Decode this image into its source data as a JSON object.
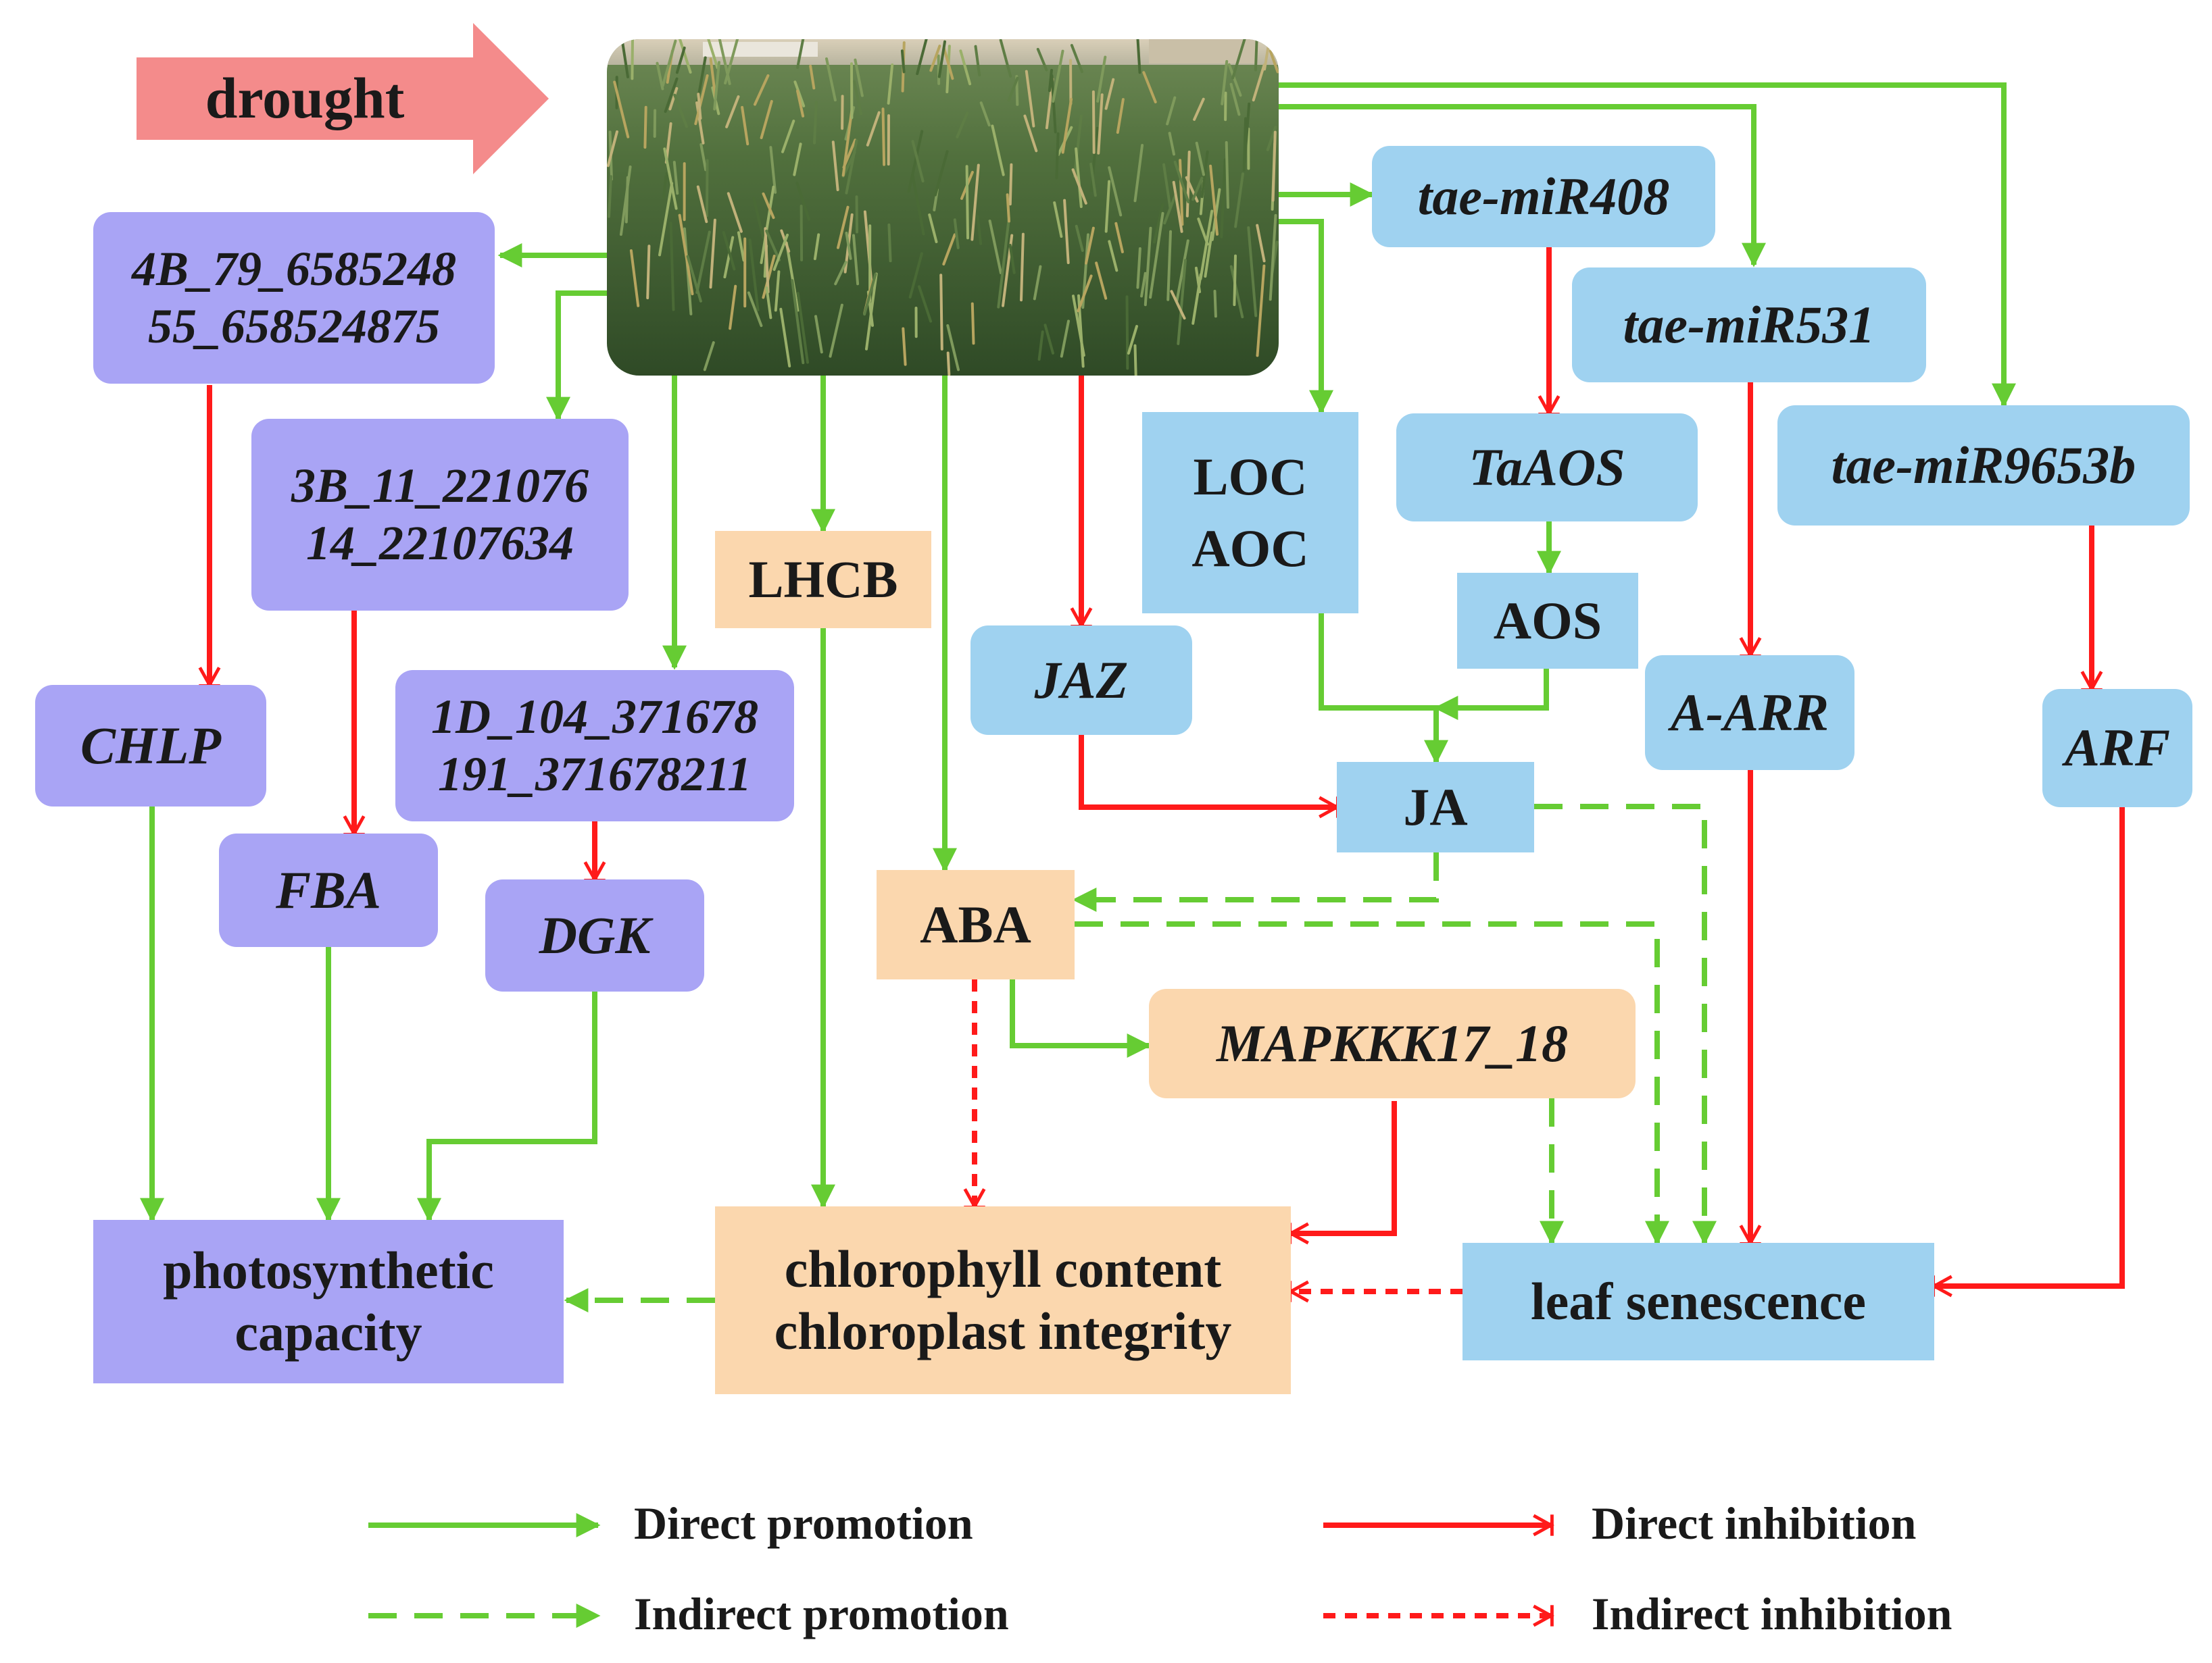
{
  "stimulus": {
    "label": "drought",
    "color": "#f48b8b"
  },
  "colors": {
    "promotion": "#66cc33",
    "inhibition": "#ff1a1a",
    "purple_box": "#a9a4f5",
    "blue_box": "#9fd2f0",
    "peach_box": "#fbd7ae"
  },
  "nodes": {
    "snp_4b": {
      "line1": "4B_79_6585248",
      "line2": "55_658524875"
    },
    "snp_3b": {
      "line1": "3B_11_221076",
      "line2": "14_22107634"
    },
    "snp_1d": {
      "line1": "1D_104_371678",
      "line2": "191_371678211"
    },
    "chlp": "CHLP",
    "fba": "FBA",
    "dgk": "DGK",
    "photosynthetic": {
      "line1": "photosynthetic",
      "line2": "capacity"
    },
    "lhcb": "LHCB",
    "aba": "ABA",
    "mapkkk": "MAPKKK17_18",
    "chlorophyll": {
      "line1": "chlorophyll content",
      "line2": "chloroplast integrity"
    },
    "jaz": "JAZ",
    "loc_aoc": {
      "line1": "LOC",
      "line2": "AOC"
    },
    "mir408": "tae-miR408",
    "taaos": "TaAOS",
    "aos": "AOS",
    "ja": "JA",
    "mir531": "tae-miR531",
    "a_arr": "A-ARR",
    "mir9653b": "tae-miR9653b",
    "arf": "ARF",
    "senescence": "leaf senescence"
  },
  "legend": {
    "direct_promotion": "Direct promotion",
    "indirect_promotion": "Indirect promotion",
    "direct_inhibition": "Direct inhibition",
    "indirect_inhibition": "Indirect inhibition"
  }
}
